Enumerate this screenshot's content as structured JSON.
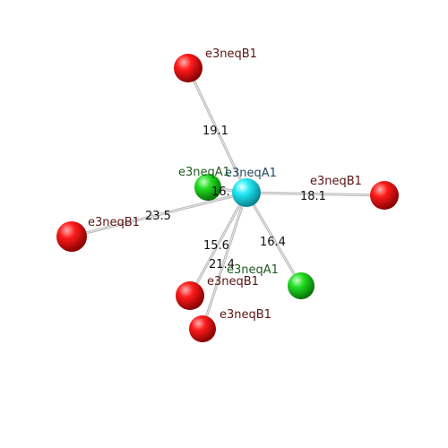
{
  "colors": {
    "center": "#22e0f0",
    "green": "#16c016",
    "red": "#e00000",
    "label_red": "#5a1414",
    "label_green": "#1e5a1e",
    "label_center": "#1e4a5a",
    "distance": "#111111",
    "bond": "#b8b8b8"
  },
  "center_atom": {
    "label": "e3neqA1"
  },
  "atoms": [
    {
      "kind": "red",
      "label": "e3neqB1",
      "distance": "19.1"
    },
    {
      "kind": "red",
      "label": "e3neqB1",
      "distance": "18.1"
    },
    {
      "kind": "red",
      "label": "e3neqB1",
      "distance": "23.5"
    },
    {
      "kind": "green",
      "label": "e3neqA1",
      "distance": "16."
    },
    {
      "kind": "green",
      "label": "e3neqA1",
      "distance": "16.4"
    },
    {
      "kind": "red",
      "label": "e3neqB1",
      "distance": "15.6"
    },
    {
      "kind": "red",
      "label": "e3neqB1",
      "distance": "21.4"
    }
  ]
}
